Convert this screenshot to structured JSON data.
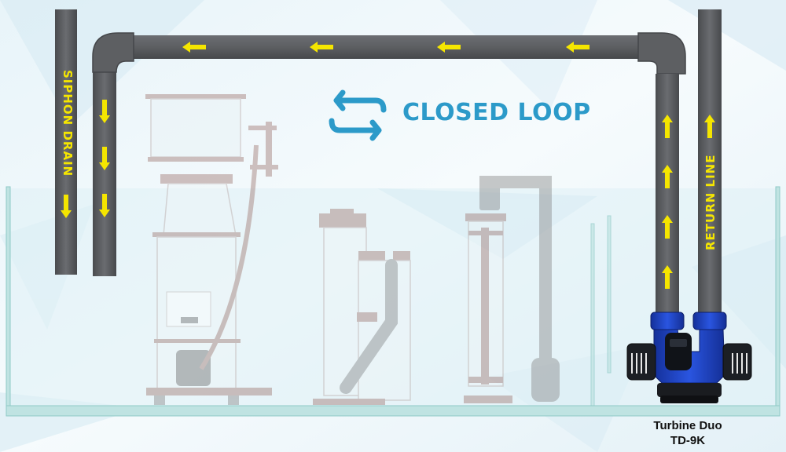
{
  "labels": {
    "siphon_drain": "SIPHON DRAIN",
    "return_line": "RETURN LINE",
    "closed_loop": "CLOSED LOOP"
  },
  "product": {
    "name": "Turbine Duo",
    "model": "TD-9K"
  },
  "colors": {
    "pipe": "#5d5f62",
    "arrow": "#f5e600",
    "accent": "#2c9ac9",
    "pump_blue": "#1f45c6",
    "equipment_ghost": "#a07a74",
    "water": "#dff0f6"
  },
  "icons": [
    "loop-arrows-icon",
    "flow-arrow-icon"
  ]
}
